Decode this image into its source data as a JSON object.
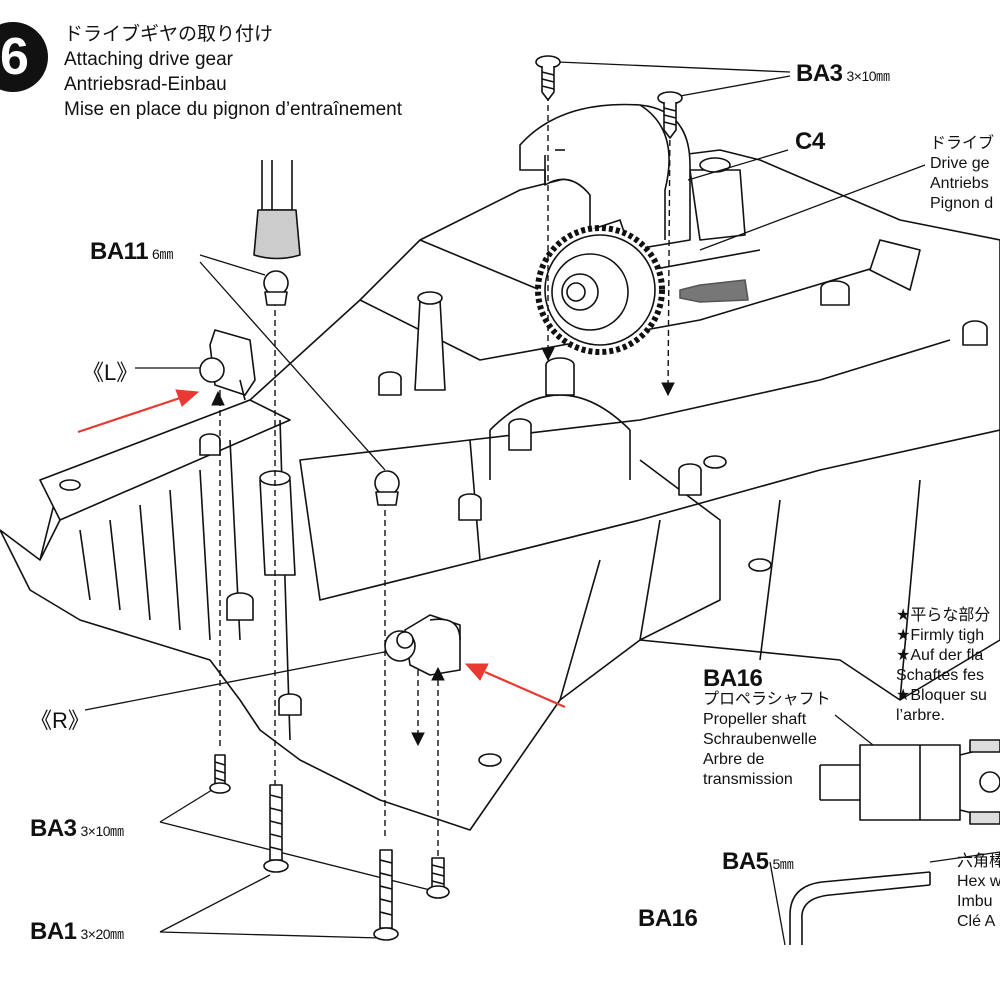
{
  "step": {
    "number": "6"
  },
  "title": {
    "ja": "ドライブギヤの取り付け",
    "en": "Attaching drive gear",
    "de": "Antriebsrad-Einbau",
    "fr": "Mise en place du pignon d’entraînement"
  },
  "parts": {
    "ba3_top": {
      "code": "BA3",
      "size": "3×10㎜"
    },
    "c4": {
      "code": "C4"
    },
    "ba11": {
      "code": "BA11",
      "size": "6㎜"
    },
    "ba3_bottom": {
      "code": "BA3",
      "size": "3×10㎜"
    },
    "ba1": {
      "code": "BA1",
      "size": "3×20㎜"
    },
    "ba5": {
      "code": "BA5",
      "size": "5㎜"
    },
    "ba16_bottom": {
      "code": "BA16"
    }
  },
  "side_labels": {
    "left": "《L》",
    "right": "《R》"
  },
  "drive_gear_note": [
    "ドライブ",
    "Drive ge",
    "Antriebs",
    "Pignon d"
  ],
  "propeller_shaft": {
    "code": "BA16",
    "lines": [
      "プロペラシャフト",
      "Propeller shaft",
      "Schraubenwelle",
      "Arbre de",
      "transmission"
    ]
  },
  "flat_note": [
    "★平らな部分",
    "★Firmly tigh",
    "★Auf der fla",
    "Schaftes fes",
    "★Bloquer su",
    "l’arbre."
  ],
  "hex_wrench": [
    "六角棒",
    "Hex w",
    "Imbu",
    "Clé A"
  ],
  "colors": {
    "arrow": "#e83a30",
    "line": "#111111",
    "fill": "#ffffff",
    "shade": "#d9d9d9"
  }
}
